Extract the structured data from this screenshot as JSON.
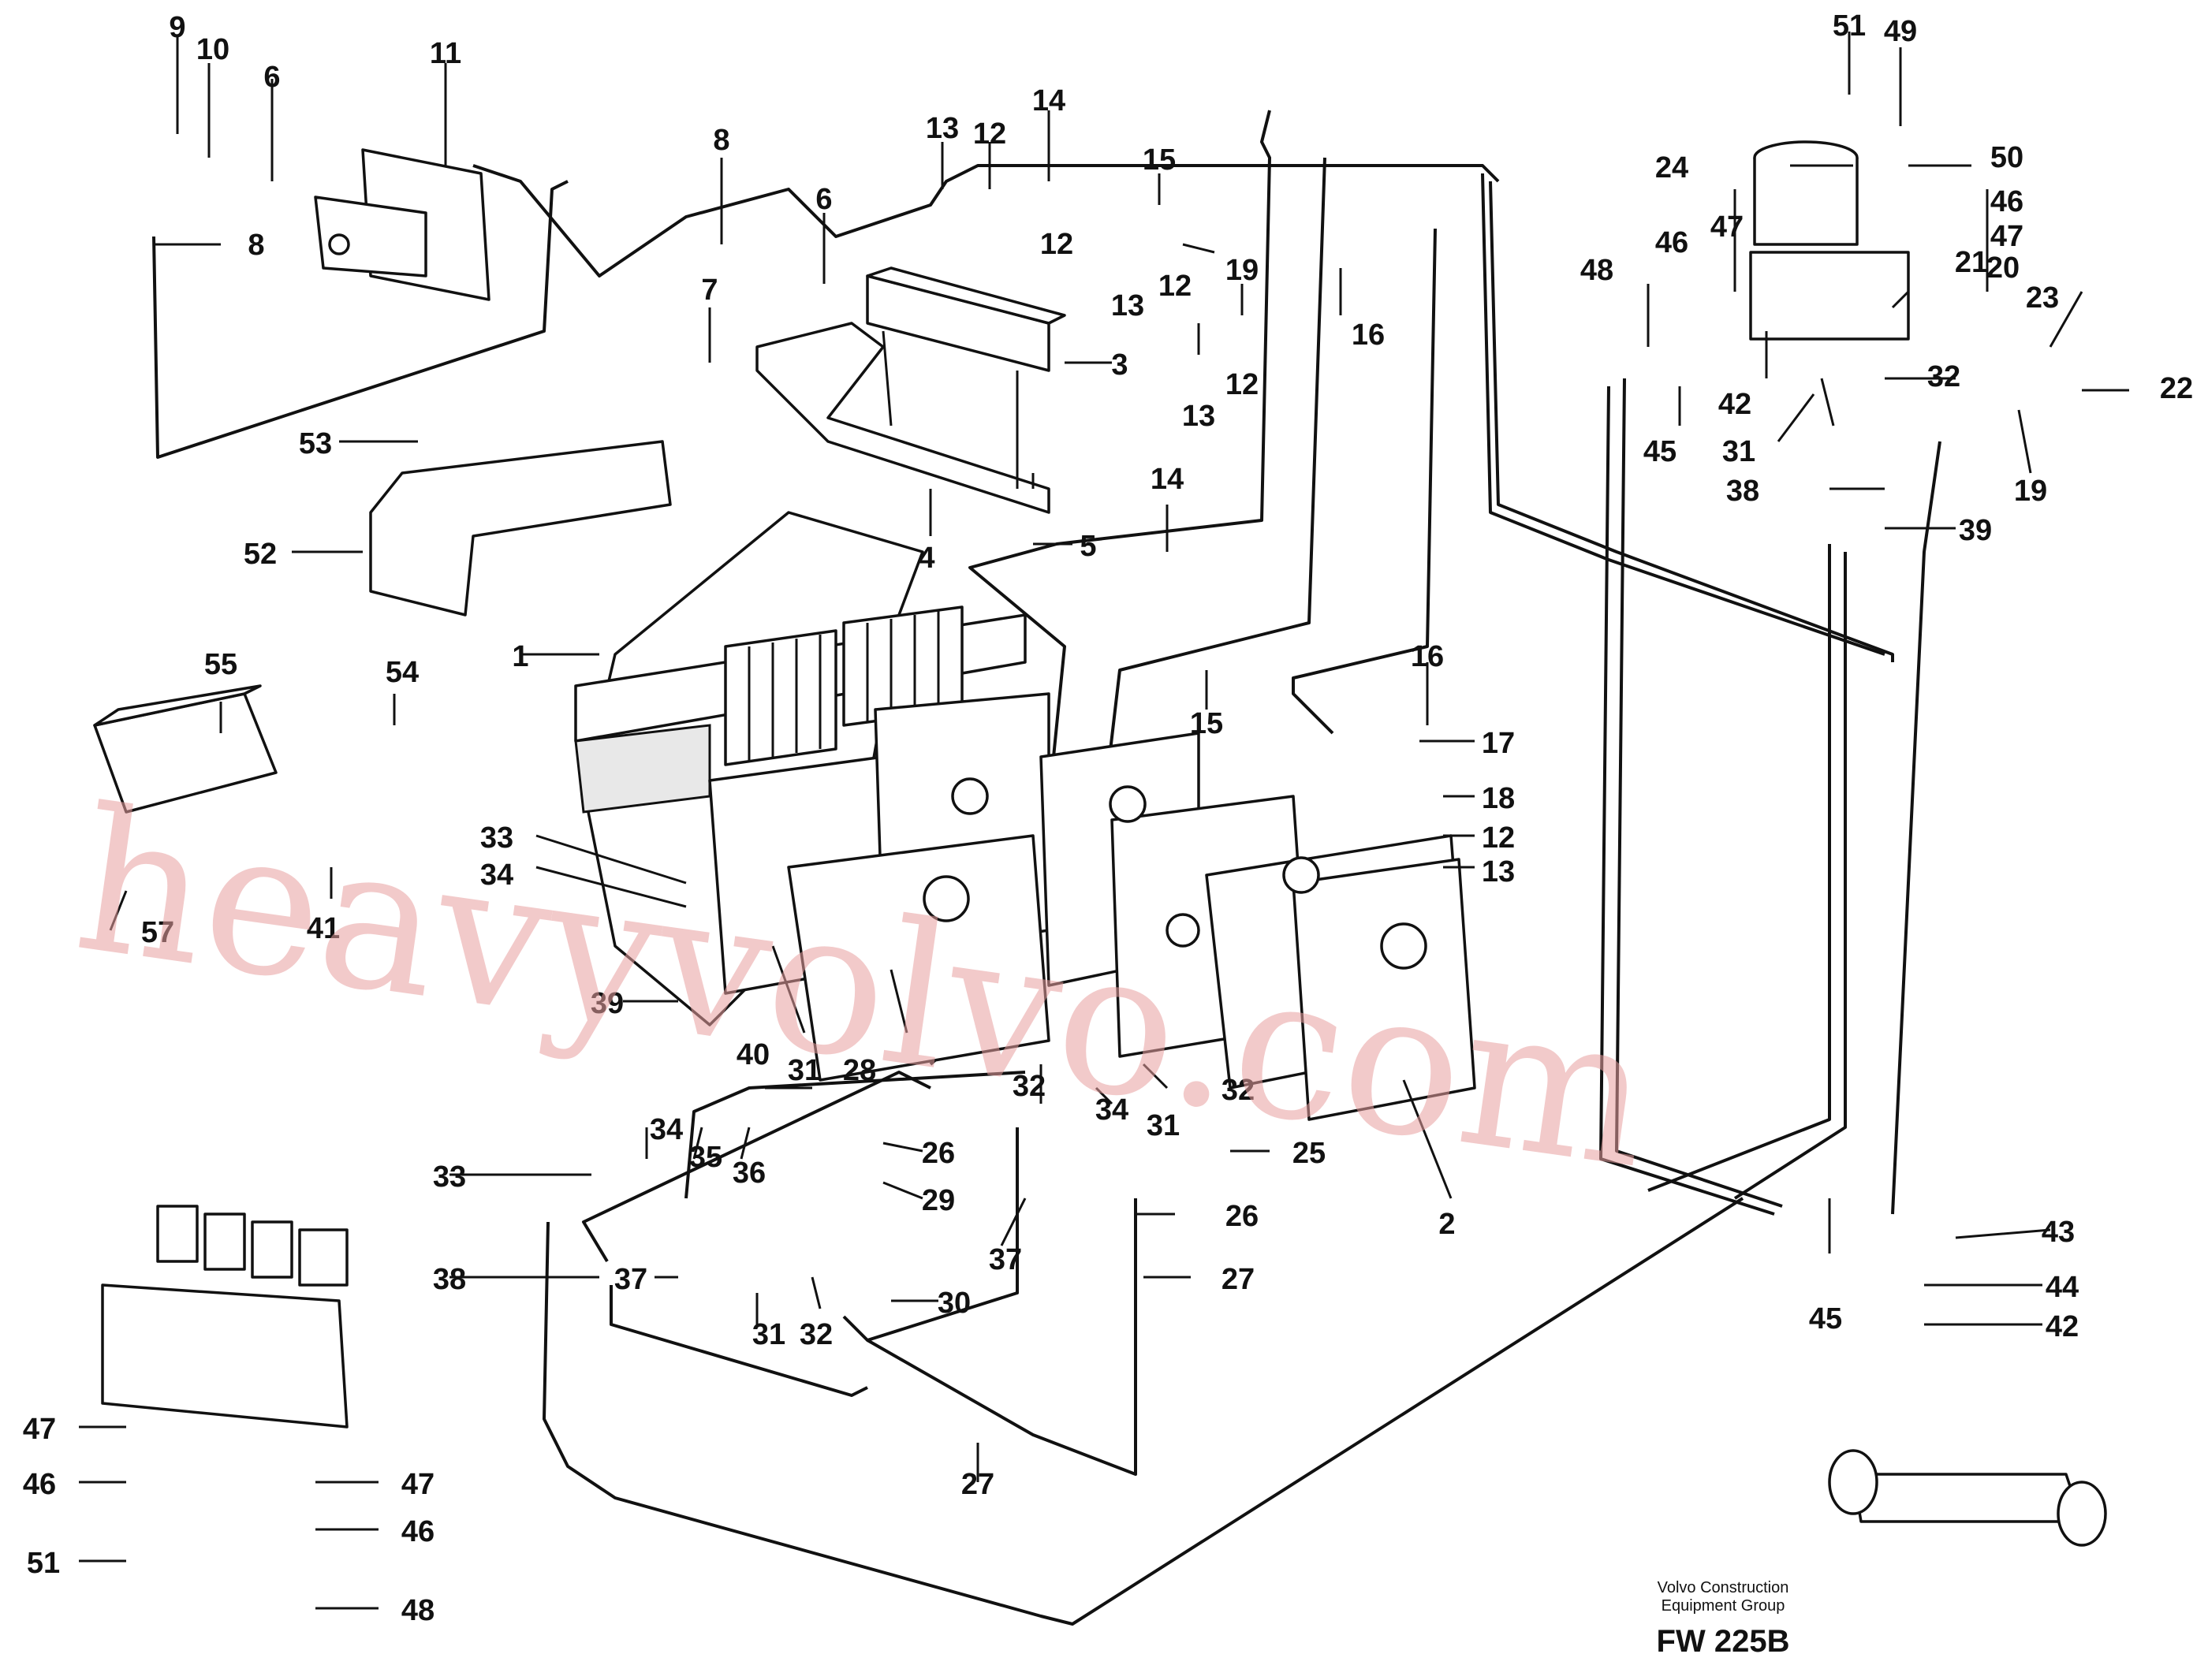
{
  "watermark": "heavyvolvo.com",
  "footer": {
    "line1": "Volvo Construction",
    "line2": "Equipment Group",
    "code": "FW 225B"
  },
  "labels": {
    "l9": "9",
    "l10": "10",
    "l6a": "6",
    "l11": "11",
    "l8a": "8",
    "l8b": "8",
    "l13a": "13",
    "l12a": "12",
    "l14a": "14",
    "l15a": "15",
    "l6b": "6",
    "l7": "7",
    "l12b": "12",
    "l13b": "13",
    "l12c": "12",
    "l19a": "19",
    "l16a": "16",
    "l3": "3",
    "l12d": "12",
    "l13c": "13",
    "l53": "53",
    "l4": "4",
    "l52": "52",
    "l5": "5",
    "l14b": "14",
    "l1": "1",
    "l15b": "15",
    "l16b": "16",
    "l17": "17",
    "l18": "18",
    "l12e": "12",
    "l13d": "13",
    "l55": "55",
    "l54": "54",
    "l33a": "33",
    "l34a": "34",
    "l41": "41",
    "l57": "57",
    "l39a": "39",
    "l31a": "31",
    "l28": "28",
    "l40": "40",
    "l32a": "32",
    "l34b": "34",
    "l31b": "31",
    "l32b": "32",
    "l25": "25",
    "l2": "2",
    "l26a": "26",
    "l29": "29",
    "l26b": "26",
    "l33b": "33",
    "l34c": "34",
    "l35": "35",
    "l36": "36",
    "l38a": "38",
    "l37a": "37",
    "l37b": "37",
    "l27a": "27",
    "l31c": "31",
    "l32c": "32",
    "l30": "30",
    "l27b": "27",
    "l51a": "51",
    "l49": "49",
    "l50": "50",
    "l24": "24",
    "l46a": "46",
    "l47a": "47",
    "l46b": "46",
    "l47b": "47",
    "l48a": "48",
    "l21": "21",
    "l20": "20",
    "l23": "23",
    "l22": "22",
    "l42a": "42",
    "l32d": "32",
    "l45a": "45",
    "l31d": "31",
    "l38b": "38",
    "l19b": "19",
    "l39b": "39",
    "l43": "43",
    "l44": "44",
    "l45b": "45",
    "l42b": "42",
    "l47c": "47",
    "l46c": "46",
    "l51b": "51",
    "l47d": "47",
    "l46d": "46",
    "l48b": "48"
  }
}
